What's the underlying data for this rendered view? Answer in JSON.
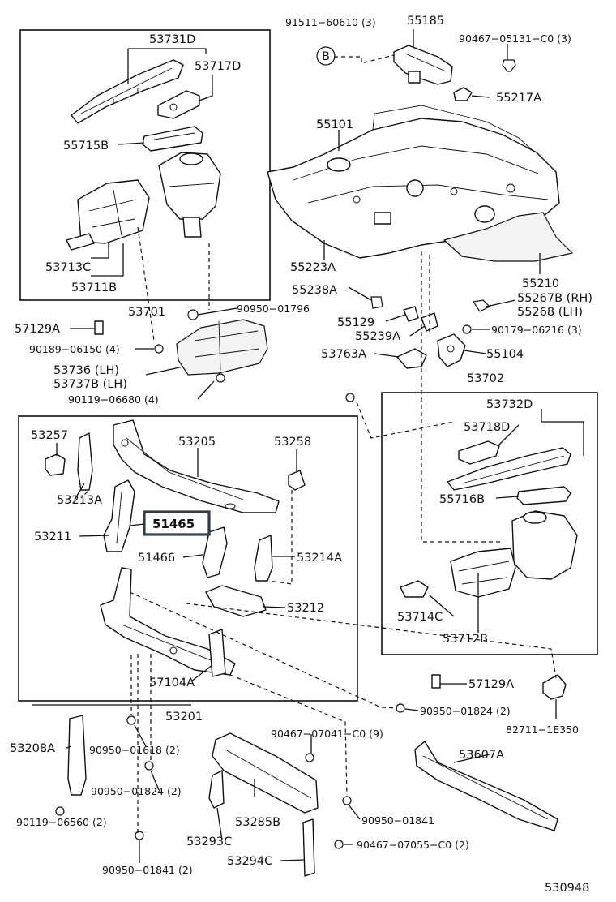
{
  "diagram_number": "530948",
  "highlighted_part": "51465",
  "labels": {
    "l_91511_60610": "91511−60610 (3)",
    "l_55185": "55185",
    "l_90467_05131": "90467−05131−C0 (3)",
    "l_53731D": "53731D",
    "l_53717D": "53717D",
    "l_55217A": "55217A",
    "l_55101": "55101",
    "l_55715B": "55715B",
    "l_53713C": "53713C",
    "l_53711B": "53711B",
    "l_55223A": "55223A",
    "l_55210": "55210",
    "l_55238A": "55238A",
    "l_55267B": "55267B (RH)",
    "l_55268": "55268   (LH)",
    "l_53701": "53701",
    "l_90950_01796": "90950−01796",
    "l_55129": "55129",
    "l_57129A_top": "57129A",
    "l_55239A": "55239A",
    "l_90179_06216": "90179−06216 (3)",
    "l_90189_06150": "90189−06150 (4)",
    "l_53763A": "53763A",
    "l_55104": "55104",
    "l_53736": "53736   (LH)",
    "l_53737B": "53737B (LH)",
    "l_53702": "53702",
    "l_90119_06680": "90119−06680 (4)",
    "l_53732D": "53732D",
    "l_53257": "53257",
    "l_53205": "53205",
    "l_53258": "53258",
    "l_53718D": "53718D",
    "l_53213A": "53213A",
    "l_55716B": "55716B",
    "l_53211": "53211",
    "l_51465": "51465",
    "l_51466": "51466",
    "l_53214A": "53214A",
    "l_53212": "53212",
    "l_53714C": "53714C",
    "l_53712B": "53712B",
    "l_57104A": "57104A",
    "l_57129A_bot": "57129A",
    "l_53201": "53201",
    "l_90950_01824_a": "90950−01824 (2)",
    "l_82711_1E350": "82711−1E350",
    "l_53208A": "53208A",
    "l_90467_07041": "90467−07041−C0 (9)",
    "l_90950_01618": "90950−01618 (2)",
    "l_53607A": "53607A",
    "l_90950_01824_b": "90950−01824 (2)",
    "l_90950_01841_a": "90950−01841",
    "l_90119_06560": "90119−06560 (2)",
    "l_53285B": "53285B",
    "l_53293C": "53293C",
    "l_90467_07055": "90467−07055−C0 (2)",
    "l_53294C": "53294C",
    "l_90950_01841_b": "90950−01841 (2)",
    "marker_B": "B"
  }
}
